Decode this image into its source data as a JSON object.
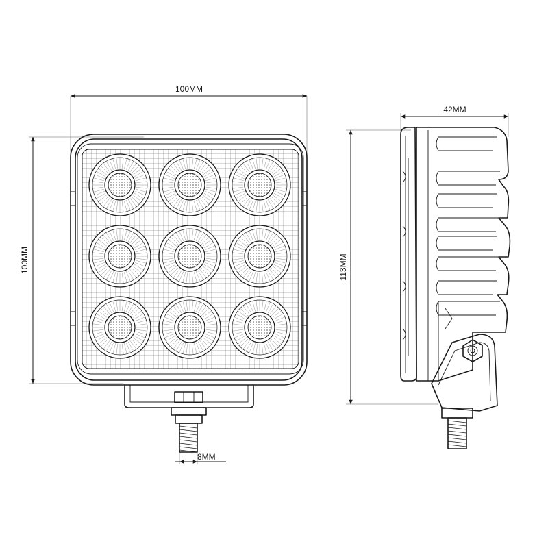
{
  "dimensions": {
    "front_width": "100MM",
    "front_height": "100MM",
    "side_depth": "42MM",
    "side_height": "113MM",
    "bolt_diameter": "8MM"
  }
}
